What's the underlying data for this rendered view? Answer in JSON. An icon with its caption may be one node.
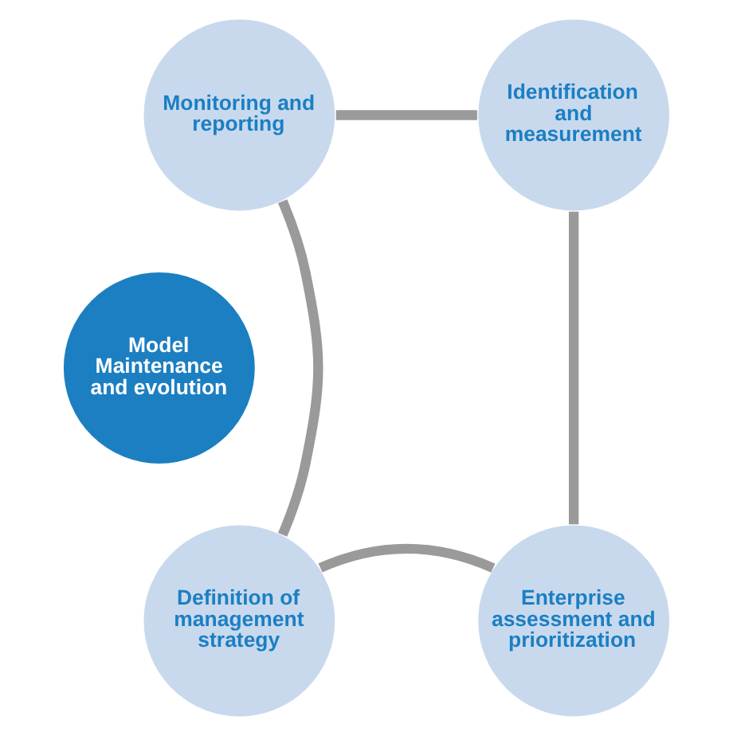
{
  "diagram": {
    "nodes": [
      {
        "text": [
          "Monitoring and reporting"
        ]
      },
      {
        "text": [
          "Identification and measurement"
        ]
      },
      {
        "text": [
          "Model Maintenance and evolution"
        ]
      },
      {
        "text": [
          "Definition of management strategy"
        ]
      },
      {
        "text": [
          "Enterprise assessment and prioritization"
        ]
      }
    ],
    "edges": [
      {
        "from": 0,
        "to": 1,
        "arrow": "none"
      },
      {
        "from": 1,
        "to": 4,
        "arrow": "none"
      },
      {
        "from": 4,
        "to": 3,
        "arrow": "none"
      },
      {
        "from": 3,
        "to": 0,
        "arrow": "none"
      }
    ]
  }
}
